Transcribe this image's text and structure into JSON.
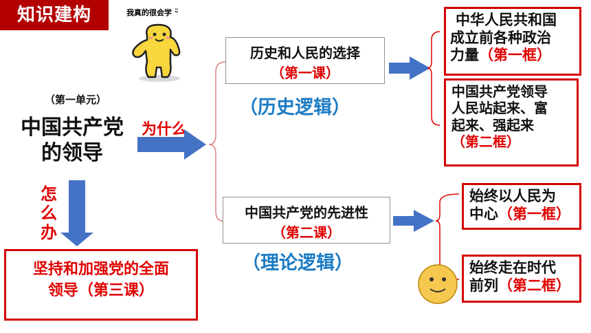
{
  "header": {
    "title": "知识建构"
  },
  "sticker": {
    "caption": "我真的很会学"
  },
  "center": {
    "unit": "（第一单元）",
    "topic_line1": "中国共产党",
    "topic_line2": "的领导",
    "why_label": "为什么",
    "how_label_1": "怎",
    "how_label_2": "么",
    "how_label_3": "办"
  },
  "conclusion": {
    "line1": "坚持和加强党的全面",
    "line2": "领导（第三课）"
  },
  "lesson1": {
    "title": "历史和人民的选择",
    "sub": "（第一课）",
    "logic": "（历史逻辑）"
  },
  "lesson2": {
    "title": "中国共产党的先进性",
    "sub": "（第二课）",
    "logic": "（理论逻辑）"
  },
  "frame1_1": {
    "line1": "中华人民共和国",
    "line2": "成立前各种政治",
    "line3a": "力量",
    "line3b": "（第一框）"
  },
  "frame1_2": {
    "line1": "中国共产党领导",
    "line2": "人民站起来、富",
    "line3": "起来、强起来",
    "line4": "（第二框）"
  },
  "frame2_1": {
    "line1": "始终以人民为",
    "line2a": "中心",
    "line2b": "（第一框）"
  },
  "frame2_2": {
    "line1": "始终走在时代",
    "line2a": "前列",
    "line2b": "（第二框）"
  },
  "colors": {
    "accent_red": "#e00000",
    "header_bg": "#b30000",
    "arrow_blue": "#4472c4",
    "logic_blue": "#1a7bc4"
  }
}
